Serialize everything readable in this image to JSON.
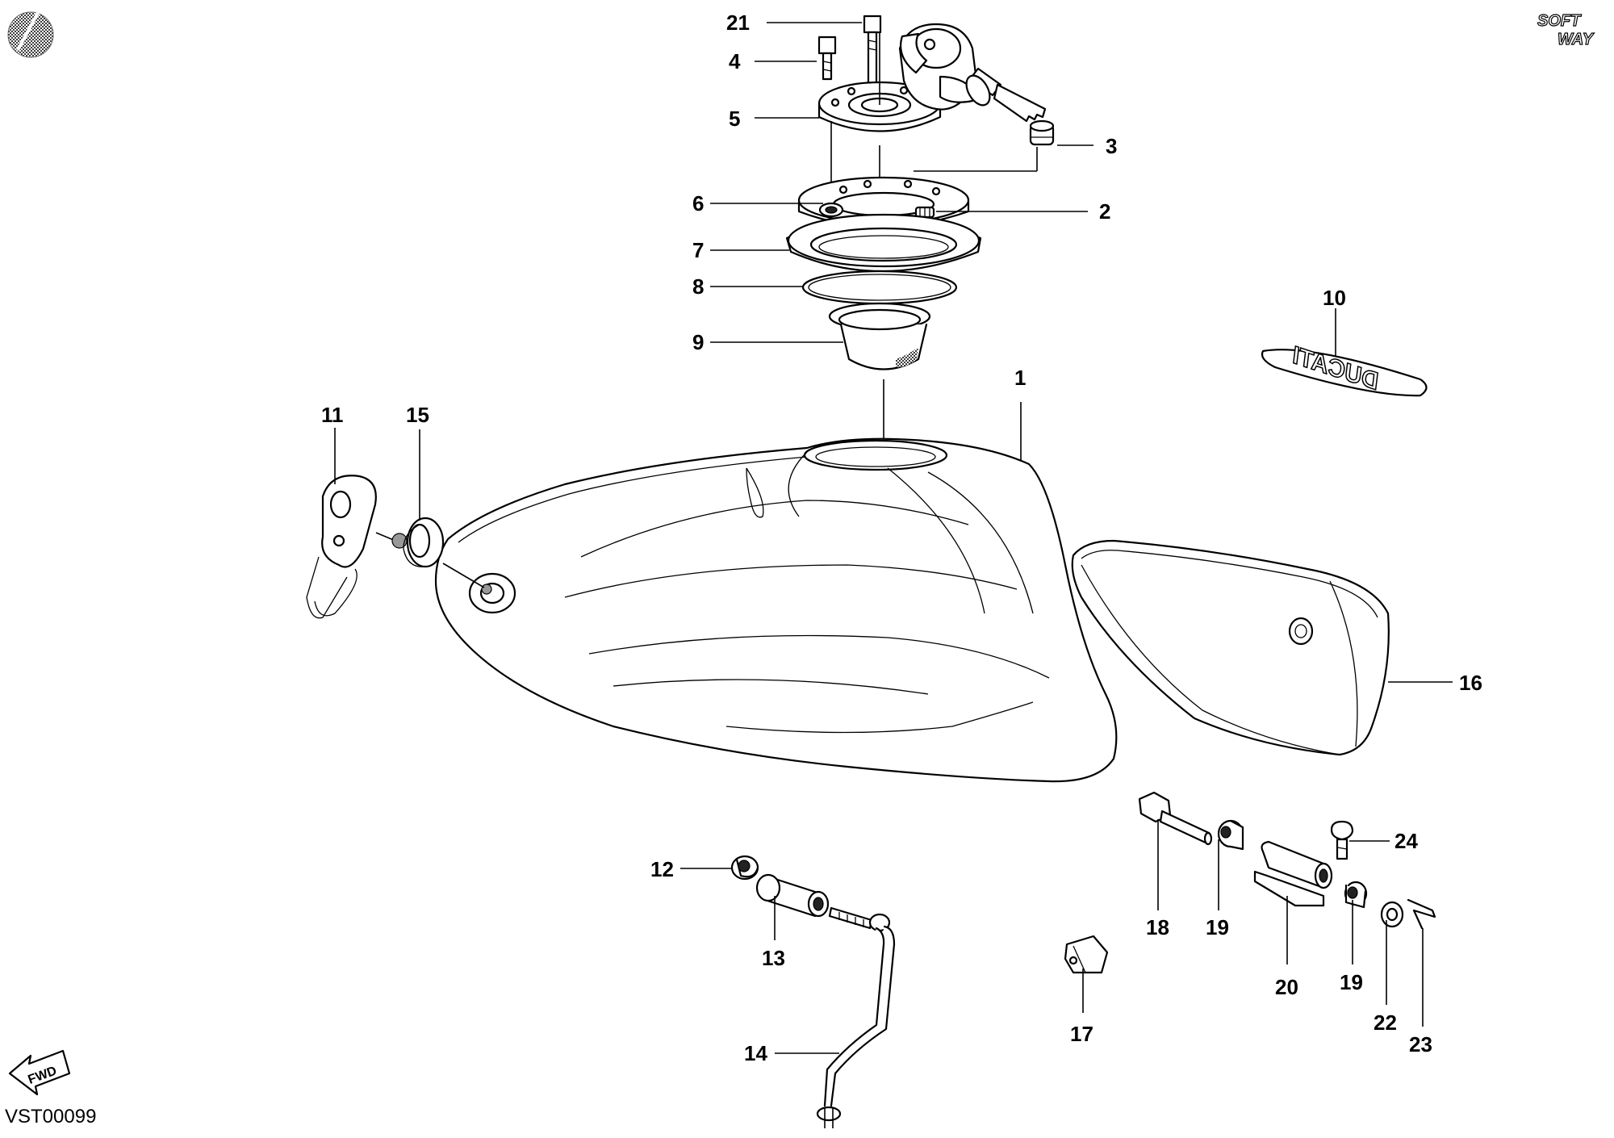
{
  "document_code": "VST00099",
  "brand": {
    "line1": "SOFT",
    "line2": "WAY"
  },
  "fwd_label": "FWD",
  "emblem_text": "DUCATI",
  "callouts": {
    "p1": "1",
    "p2": "2",
    "p3": "3",
    "p4": "4",
    "p5": "5",
    "p6": "6",
    "p7": "7",
    "p8": "8",
    "p9": "9",
    "p10": "10",
    "p11": "11",
    "p12": "12",
    "p13": "13",
    "p14": "14",
    "p15": "15",
    "p16": "16",
    "p17": "17",
    "p18": "18",
    "p19a": "19",
    "p19b": "19",
    "p20": "20",
    "p21": "21",
    "p22": "22",
    "p23": "23",
    "p24": "24"
  }
}
